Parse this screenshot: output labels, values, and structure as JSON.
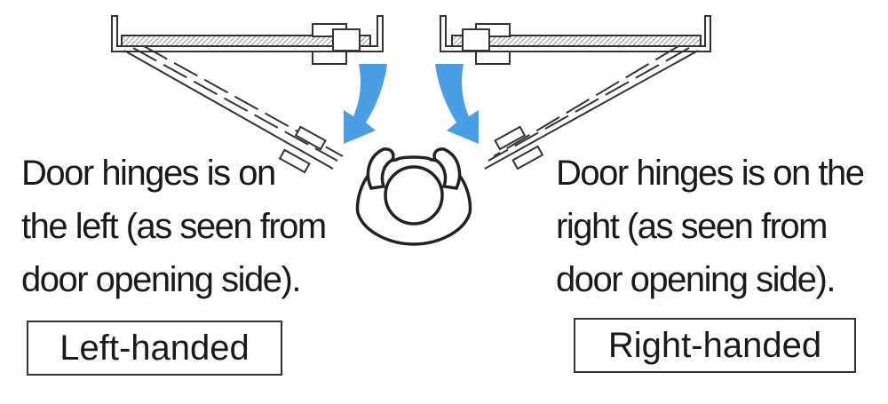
{
  "left": {
    "description": [
      "Door hinges is on",
      "the left (as seen from",
      "door opening side)."
    ],
    "label": "Left-handed"
  },
  "right": {
    "description": [
      "Door hinges is on the",
      "right (as seen from",
      "door opening side)."
    ],
    "label": "Right-handed"
  },
  "colors": {
    "arrow": "#4a9ee3",
    "line": "#333333",
    "text": "#1a1a1a"
  }
}
